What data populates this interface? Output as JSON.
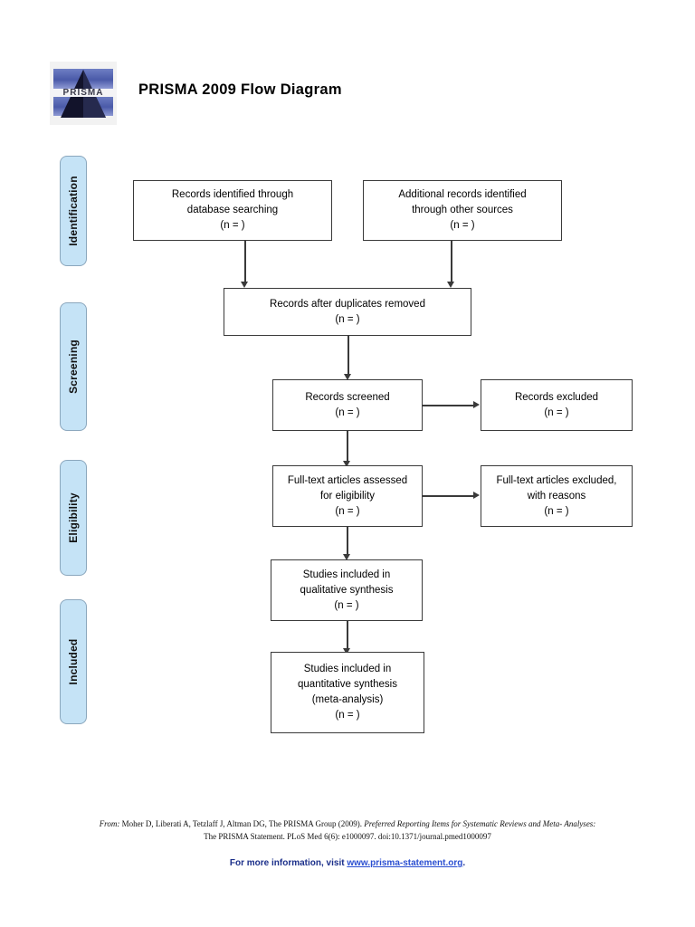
{
  "header": {
    "title": "PRISMA 2009 Flow Diagram",
    "logo_text": "PRISMA",
    "logo_name": "prisma-logo"
  },
  "stages": [
    {
      "id": "identification",
      "label": "Identification"
    },
    {
      "id": "screening",
      "label": "Screening"
    },
    {
      "id": "eligibility",
      "label": "Eligibility"
    },
    {
      "id": "included",
      "label": "Included"
    }
  ],
  "boxes": {
    "records_identified": {
      "line1": "Records identified through",
      "line2": "database searching",
      "line3": "(n = )"
    },
    "additional_records": {
      "line1": "Additional records identified",
      "line2": "through other sources",
      "line3": "(n = )"
    },
    "duplicates_removed": {
      "line1": "Records after duplicates removed",
      "line2": "(n = )"
    },
    "records_screened": {
      "line1": "Records screened",
      "line2": "(n = )"
    },
    "records_excluded": {
      "line1": "Records excluded",
      "line2": "(n = )"
    },
    "fulltext_assessed": {
      "line1": "Full-text articles assessed",
      "line2": "for eligibility",
      "line3": "(n = )"
    },
    "fulltext_excluded": {
      "line1": "Full-text articles excluded,",
      "line2": "with reasons",
      "line3": "(n = )"
    },
    "qualitative_synthesis": {
      "line1": "Studies included in",
      "line2": "qualitative synthesis",
      "line3": "(n = )"
    },
    "quantitative_synthesis": {
      "line1": "Studies included in",
      "line2": "quantitative synthesis",
      "line3": "(meta-analysis)",
      "line4": "(n = )"
    }
  },
  "footer": {
    "citation_prefix": "From: ",
    "citation_authors": "Moher D, Liberati A, Tetzlaff J, Altman DG, The PRISMA Group (2009). ",
    "citation_italic_title": "Preferred Reporting Items for Systematic Reviews and Meta- Analyses:",
    "citation_line2_italic": "The PRISMA Statement",
    "citation_line2_rest": ". PLoS Med 6(6): e1000097. doi:10.1371/journal.pmed1000097",
    "more_info_prefix": "For more information, visit ",
    "more_info_url": "www.prisma-statement.org",
    "more_info_suffix": "."
  },
  "colors": {
    "stage_fill": "#c5e3f6",
    "stage_border": "#8ba7bd",
    "box_border": "#3a3a3a",
    "link": "#2b4fd1",
    "logo_blue": "#4a5aa8"
  }
}
